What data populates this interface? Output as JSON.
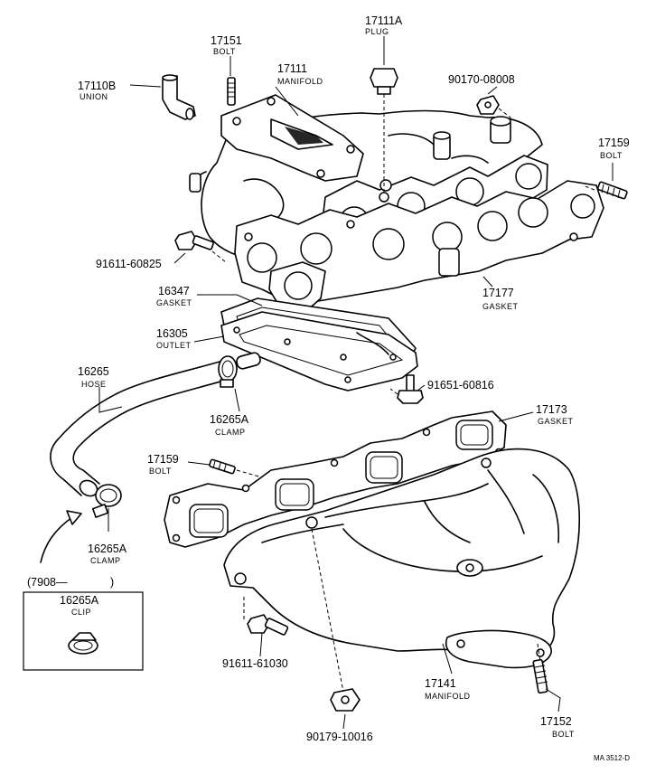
{
  "parts": {
    "p17111A": {
      "number": "17111A",
      "name": "PLUG"
    },
    "p17151": {
      "number": "17151",
      "name": "BOLT"
    },
    "p17111": {
      "number": "17111",
      "name": "MANIFOLD"
    },
    "p17110B": {
      "number": "17110B",
      "name": "UNION"
    },
    "p90170": {
      "number": "90170-08008",
      "name": ""
    },
    "p17159a": {
      "number": "17159",
      "name": "BOLT"
    },
    "p91611_60825": {
      "number": "91611-60825",
      "name": ""
    },
    "p16347": {
      "number": "16347",
      "name": "GASKET"
    },
    "p17177": {
      "number": "17177",
      "name": "GASKET"
    },
    "p16305": {
      "number": "16305",
      "name": "OUTLET"
    },
    "p16265": {
      "number": "16265",
      "name": "HOSE"
    },
    "p91651": {
      "number": "91651-60816",
      "name": ""
    },
    "p16265A_top": {
      "number": "16265A",
      "name": "CLAMP"
    },
    "p17173": {
      "number": "17173",
      "name": "GASKET"
    },
    "p17159b": {
      "number": "17159",
      "name": "BOLT"
    },
    "p16265A_bot": {
      "number": "16265A",
      "name": "CLAMP"
    },
    "p16265A_clip": {
      "number": "16265A",
      "name": "CLIP"
    },
    "p91611_61030": {
      "number": "91611-61030",
      "name": ""
    },
    "p17141": {
      "number": "17141",
      "name": "MANIFOLD"
    },
    "p90179": {
      "number": "90179-10016",
      "name": ""
    },
    "p17152": {
      "number": "17152",
      "name": "BOLT"
    }
  },
  "inset": {
    "date_label": "(7908—",
    "date_close": ")"
  },
  "footer": {
    "code": "MA 3512-D"
  }
}
